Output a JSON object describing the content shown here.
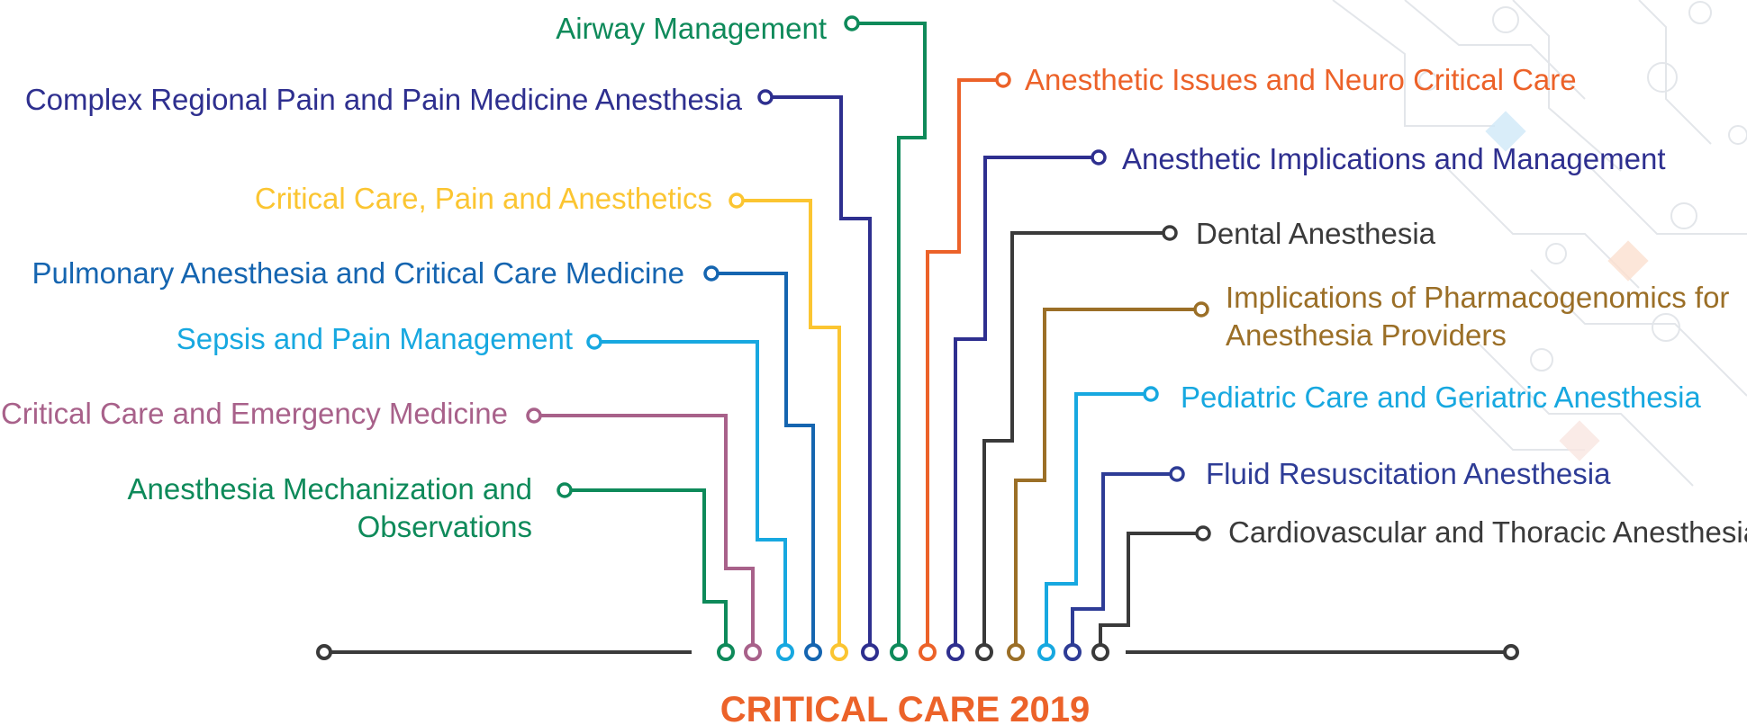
{
  "title": {
    "text": "CRITICAL CARE 2019",
    "color": "#ec6229"
  },
  "base_line_color": "#3a3a3a",
  "topics": [
    {
      "id": "airway-management",
      "color": "#0e8a5a",
      "lines": [
        "Airway Management"
      ]
    },
    {
      "id": "complex-regional-pain",
      "color": "#2e2f8f",
      "lines": [
        "Complex Regional Pain and Pain Medicine Anesthesia"
      ]
    },
    {
      "id": "critical-care-pain-anesthetics",
      "color": "#fbc531",
      "lines": [
        "Critical Care, Pain and Anesthetics"
      ]
    },
    {
      "id": "pulmonary-anesthesia",
      "color": "#1565b0",
      "lines": [
        "Pulmonary Anesthesia and Critical Care Medicine"
      ]
    },
    {
      "id": "sepsis-pain-management",
      "color": "#17a8e0",
      "lines": [
        "Sepsis and Pain Management"
      ]
    },
    {
      "id": "critical-care-emergency",
      "color": "#a8618a",
      "lines": [
        "Critical Care and Emergency Medicine"
      ]
    },
    {
      "id": "anesthesia-mechanization",
      "color": "#0e8a5a",
      "lines": [
        "Anesthesia Mechanization and",
        "Observations"
      ]
    },
    {
      "id": "anesthetic-issues-neuro",
      "color": "#ec6229",
      "lines": [
        "Anesthetic Issues and Neuro Critical Care"
      ]
    },
    {
      "id": "anesthetic-implications",
      "color": "#2e2f8f",
      "lines": [
        "Anesthetic Implications and Management"
      ]
    },
    {
      "id": "dental-anesthesia",
      "color": "#3a3a3a",
      "lines": [
        "Dental Anesthesia"
      ]
    },
    {
      "id": "pharmacogenomics",
      "color": "#9b6f27",
      "lines": [
        "Implications of Pharmacogenomics for",
        "Anesthesia Providers"
      ]
    },
    {
      "id": "pediatric-geriatric",
      "color": "#17a8e0",
      "lines": [
        "Pediatric Care and Geriatric Anesthesia"
      ]
    },
    {
      "id": "fluid-resuscitation",
      "color": "#2e3c96",
      "lines": [
        "Fluid Resuscitation Anesthesia"
      ]
    },
    {
      "id": "cardiovascular-thoracic",
      "color": "#3a3a3a",
      "lines": [
        "Cardiovascular and Thoracic Anesthesia"
      ]
    }
  ]
}
